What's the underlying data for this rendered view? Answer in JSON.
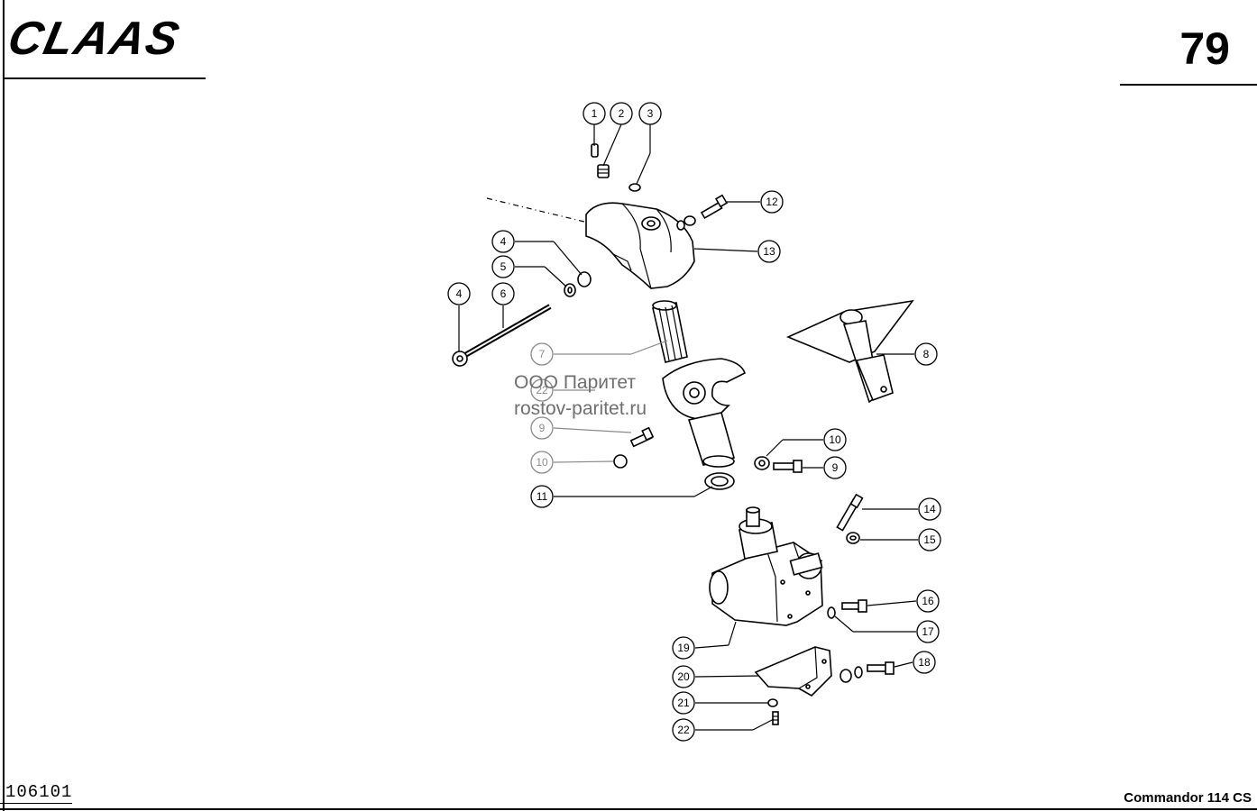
{
  "header": {
    "brand": "CLAAS",
    "page_number": "79"
  },
  "footer": {
    "document_number": "106101",
    "model": "Commandor 114 CS"
  },
  "watermark": {
    "line1": "ООО Паритет",
    "line2": "rostov-paritet.ru"
  },
  "callouts": [
    "1",
    "2",
    "3",
    "12",
    "13",
    "4",
    "5",
    "4",
    "6",
    "7",
    "8",
    "22",
    "9",
    "10",
    "10",
    "9",
    "11",
    "14",
    "15",
    "16",
    "17",
    "19",
    "20",
    "18",
    "21",
    "22"
  ]
}
